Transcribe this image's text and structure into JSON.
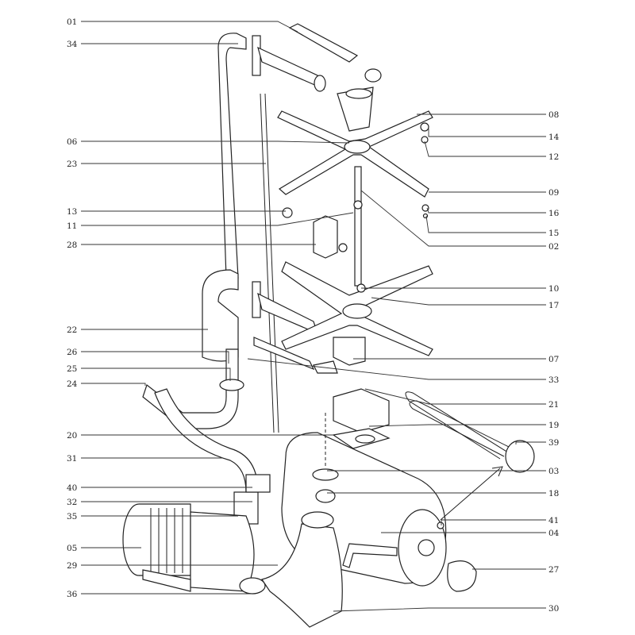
{
  "diagram": {
    "type": "exploded-parts-diagram",
    "left_labels": [
      "01",
      "34",
      "06",
      "23",
      "13",
      "11",
      "28",
      "22",
      "26",
      "25",
      "24",
      "20",
      "31",
      "40",
      "32",
      "35",
      "05",
      "29",
      "36"
    ],
    "right_labels": [
      "08",
      "14",
      "12",
      "09",
      "16",
      "15",
      "02",
      "10",
      "17",
      "07",
      "33",
      "21",
      "19",
      "39",
      "03",
      "18",
      "41",
      "04",
      "27",
      "30"
    ],
    "colors": {
      "line": "#222222",
      "background": "#ffffff"
    }
  }
}
